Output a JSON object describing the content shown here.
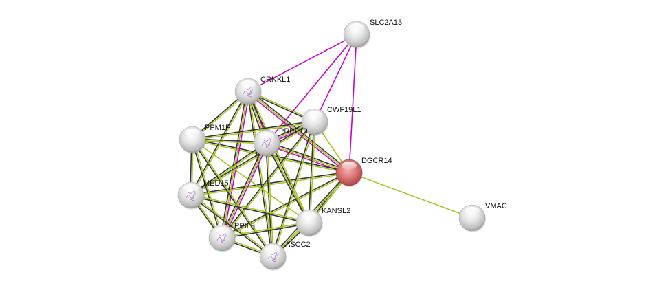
{
  "network": {
    "title": "Protein interaction network",
    "colors": {
      "node_default": "#d8d8d8",
      "node_query": "#d46a6a",
      "edge_experimental": "#cc00cc",
      "edge_textmining": "#a6c61f",
      "edge_coexpression": "#333333"
    },
    "nodes": [
      {
        "id": "SLC2A13",
        "label": "SLC2A13",
        "query": false,
        "structure": false
      },
      {
        "id": "CRNKL1",
        "label": "CRNKL1",
        "query": false,
        "structure": true
      },
      {
        "id": "CWF19L1",
        "label": "CWF19L1",
        "query": false,
        "structure": false
      },
      {
        "id": "PPM1F",
        "label": "PPM1F",
        "query": false,
        "structure": false
      },
      {
        "id": "PRPF19",
        "label": "PRPF19",
        "query": false,
        "structure": true
      },
      {
        "id": "DGCR14",
        "label": "DGCR14",
        "query": true,
        "structure": false
      },
      {
        "id": "MED15",
        "label": "MED15",
        "query": false,
        "structure": true
      },
      {
        "id": "KANSL2",
        "label": "KANSL2",
        "query": false,
        "structure": false
      },
      {
        "id": "VMAC",
        "label": "VMAC",
        "query": false,
        "structure": false
      },
      {
        "id": "PPIL3",
        "label": "PPIL3",
        "query": false,
        "structure": true
      },
      {
        "id": "ASCC2",
        "label": "ASCC2",
        "query": false,
        "structure": true
      }
    ],
    "edges": [
      {
        "a": "SLC2A13",
        "b": "CRNKL1",
        "types": [
          "experimental"
        ]
      },
      {
        "a": "SLC2A13",
        "b": "CWF19L1",
        "types": [
          "experimental"
        ]
      },
      {
        "a": "SLC2A13",
        "b": "PRPF19",
        "types": [
          "experimental"
        ]
      },
      {
        "a": "SLC2A13",
        "b": "DGCR14",
        "types": [
          "experimental"
        ]
      },
      {
        "a": "DGCR14",
        "b": "VMAC",
        "types": [
          "textmining"
        ]
      },
      {
        "a": "DGCR14",
        "b": "CRNKL1",
        "types": [
          "experimental",
          "textmining",
          "coexpression"
        ]
      },
      {
        "a": "DGCR14",
        "b": "PRPF19",
        "types": [
          "experimental",
          "textmining",
          "coexpression"
        ]
      },
      {
        "a": "DGCR14",
        "b": "CWF19L1",
        "types": [
          "textmining"
        ]
      },
      {
        "a": "DGCR14",
        "b": "PPM1F",
        "types": [
          "textmining",
          "coexpression"
        ]
      },
      {
        "a": "DGCR14",
        "b": "MED15",
        "types": [
          "textmining",
          "coexpression"
        ]
      },
      {
        "a": "DGCR14",
        "b": "KANSL2",
        "types": [
          "textmining",
          "coexpression"
        ]
      },
      {
        "a": "DGCR14",
        "b": "PPIL3",
        "types": [
          "textmining",
          "coexpression"
        ]
      },
      {
        "a": "DGCR14",
        "b": "ASCC2",
        "types": [
          "textmining",
          "coexpression"
        ]
      },
      {
        "a": "CRNKL1",
        "b": "PRPF19",
        "types": [
          "experimental",
          "textmining",
          "coexpression"
        ]
      },
      {
        "a": "CRNKL1",
        "b": "CWF19L1",
        "types": [
          "textmining",
          "coexpression"
        ]
      },
      {
        "a": "CRNKL1",
        "b": "PPM1F",
        "types": [
          "textmining",
          "coexpression"
        ]
      },
      {
        "a": "CRNKL1",
        "b": "MED15",
        "types": [
          "textmining",
          "coexpression"
        ]
      },
      {
        "a": "CRNKL1",
        "b": "PPIL3",
        "types": [
          "experimental",
          "textmining",
          "coexpression"
        ]
      },
      {
        "a": "CRNKL1",
        "b": "ASCC2",
        "types": [
          "textmining",
          "coexpression"
        ]
      },
      {
        "a": "CRNKL1",
        "b": "KANSL2",
        "types": [
          "textmining",
          "coexpression"
        ]
      },
      {
        "a": "CWF19L1",
        "b": "PRPF19",
        "types": [
          "experimental",
          "textmining",
          "coexpression"
        ]
      },
      {
        "a": "CWF19L1",
        "b": "PPM1F",
        "types": [
          "textmining",
          "coexpression"
        ]
      },
      {
        "a": "CWF19L1",
        "b": "MED15",
        "types": [
          "textmining",
          "coexpression"
        ]
      },
      {
        "a": "CWF19L1",
        "b": "PPIL3",
        "types": [
          "textmining",
          "coexpression"
        ]
      },
      {
        "a": "CWF19L1",
        "b": "ASCC2",
        "types": [
          "textmining",
          "coexpression"
        ]
      },
      {
        "a": "CWF19L1",
        "b": "KANSL2",
        "types": [
          "textmining",
          "coexpression"
        ]
      },
      {
        "a": "PRPF19",
        "b": "PPM1F",
        "types": [
          "textmining",
          "coexpression"
        ]
      },
      {
        "a": "PRPF19",
        "b": "MED15",
        "types": [
          "textmining",
          "coexpression"
        ]
      },
      {
        "a": "PRPF19",
        "b": "PPIL3",
        "types": [
          "experimental",
          "textmining",
          "coexpression"
        ]
      },
      {
        "a": "PRPF19",
        "b": "ASCC2",
        "types": [
          "textmining",
          "coexpression"
        ]
      },
      {
        "a": "PRPF19",
        "b": "KANSL2",
        "types": [
          "textmining",
          "coexpression"
        ]
      },
      {
        "a": "PPM1F",
        "b": "MED15",
        "types": [
          "textmining",
          "coexpression"
        ]
      },
      {
        "a": "PPM1F",
        "b": "PPIL3",
        "types": [
          "textmining",
          "coexpression"
        ]
      },
      {
        "a": "PPM1F",
        "b": "ASCC2",
        "types": [
          "textmining",
          "coexpression"
        ]
      },
      {
        "a": "PPM1F",
        "b": "KANSL2",
        "types": [
          "textmining"
        ]
      },
      {
        "a": "MED15",
        "b": "PPIL3",
        "types": [
          "textmining",
          "coexpression"
        ]
      },
      {
        "a": "MED15",
        "b": "ASCC2",
        "types": [
          "textmining",
          "coexpression"
        ]
      },
      {
        "a": "MED15",
        "b": "KANSL2",
        "types": [
          "textmining",
          "coexpression"
        ]
      },
      {
        "a": "PPIL3",
        "b": "ASCC2",
        "types": [
          "textmining",
          "coexpression"
        ]
      },
      {
        "a": "PPIL3",
        "b": "KANSL2",
        "types": [
          "textmining",
          "coexpression"
        ]
      },
      {
        "a": "ASCC2",
        "b": "KANSL2",
        "types": [
          "textmining",
          "coexpression"
        ]
      }
    ]
  }
}
